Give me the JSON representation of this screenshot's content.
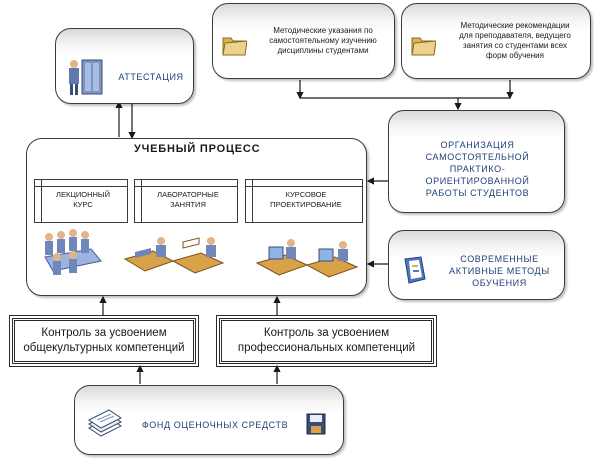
{
  "attestation": {
    "label": "АТТЕСТАЦИЯ"
  },
  "guidelines_students": {
    "text": [
      "Методические указания по",
      "самостоятельному изучению",
      "дисциплины студентами"
    ]
  },
  "guidelines_teachers": {
    "text": [
      "Методические рекомендации",
      "для преподавателя, ведущего",
      "занятия со студентами всех",
      "форм обучения"
    ]
  },
  "organization": {
    "text": [
      "ОРГАНИЗАЦИЯ",
      "САМОСТОЯТЕЛЬНОЙ",
      "ПРАКТИКО-",
      "ОРИЕНТИРОВАННОЙ",
      "РАБОТЫ СТУДЕНТОВ"
    ]
  },
  "modern_methods": {
    "text": [
      "СОВРЕМЕННЫЕ",
      "АКТИВНЫЕ МЕТОДЫ",
      "ОБУЧЕНИЯ"
    ]
  },
  "learning_process": {
    "title": "УЧЕБНЫЙ ПРОЦЕСС",
    "tabs": [
      {
        "text": [
          "ЛЕКЦИОННЫЙ",
          "КУРС"
        ]
      },
      {
        "text": [
          "ЛАБОРАТОРНЫЕ",
          "ЗАНЯТИЯ"
        ]
      },
      {
        "text": [
          "КУРСОВОЕ",
          "ПРОЕКТИРОВАНИЕ"
        ]
      }
    ]
  },
  "control_general": {
    "text": [
      "Контроль за усвоением",
      "общекультурных компетенций"
    ]
  },
  "control_professional": {
    "text": [
      "Контроль за усвоением",
      "профессиональных компетенций"
    ]
  },
  "assessment_fund": {
    "label": "ФОНД ОЦЕНОЧНЫХ СРЕДСТВ"
  },
  "colors": {
    "label_blue": "#1f3f7a",
    "folder": "#e2c26a",
    "people": "#8fa8d8",
    "desk": "#d8a24a"
  },
  "icons": [
    "people-server-icon",
    "folder-icon",
    "folder-icon",
    "book-icon",
    "meeting-icon",
    "lab-icon",
    "computer-icon",
    "documents-icon",
    "disk-icon"
  ]
}
